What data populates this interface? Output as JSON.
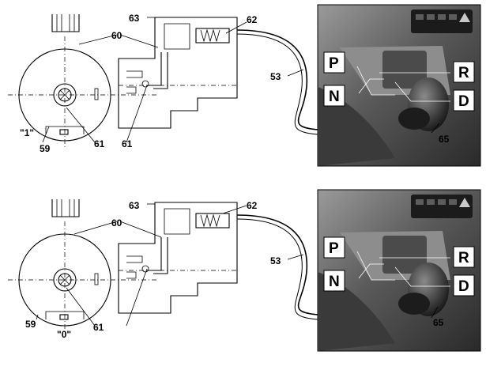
{
  "panels": [
    {
      "switch_position_label": "\"1\"",
      "callouts": {
        "c59": "59",
        "c60": "60",
        "c61": "61",
        "c62": "62",
        "c63": "63",
        "c53": "53",
        "c65": "65"
      },
      "gear_letters": {
        "p": "P",
        "r": "R",
        "n": "N",
        "d": "D"
      }
    },
    {
      "switch_position_label": "\"0\"",
      "callouts": {
        "c59": "59",
        "c60": "60",
        "c61": "61",
        "c62": "62",
        "c63": "63",
        "c53": "53",
        "c65": "65"
      },
      "gear_letters": {
        "p": "P",
        "r": "R",
        "n": "N",
        "d": "D"
      }
    }
  ],
  "colors": {
    "line": "#000000",
    "photo_dark": "#2a2a2a",
    "photo_mid": "#6e6e6e",
    "photo_light": "#b8b8b8",
    "label_box": "#ffffff"
  }
}
